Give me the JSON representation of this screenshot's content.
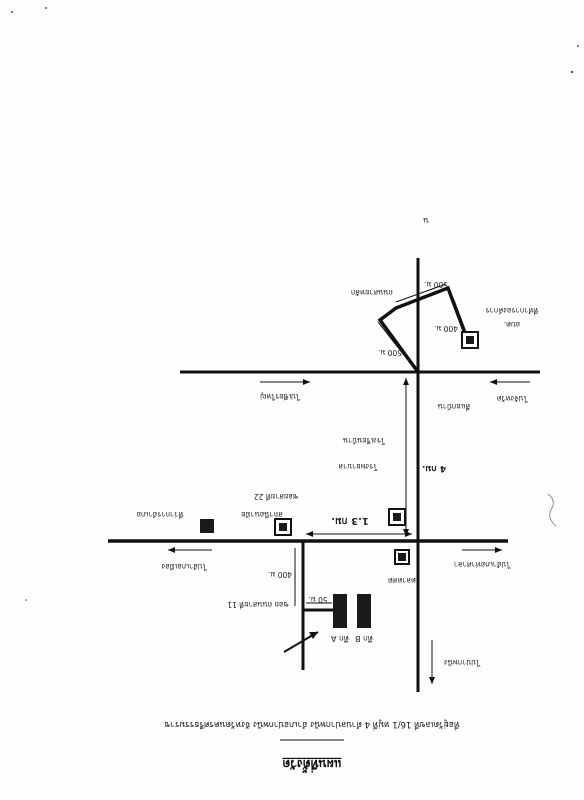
{
  "document": {
    "title": "แผนที่ตั้งวัด",
    "subtitle": "ที่อยู่วัดเลขที่ 16/1 หมู่ที่ 4 ตำบลปากพนัง อำเภอปากพนัง จังหวัดนครศรีธรรมราช",
    "temple_name": "ที่อยู่วัดเลขที่ 16/1",
    "labels": {
      "building_a": "ตึก A",
      "building_b": "ตึก B",
      "dist_50m": "50 ม.",
      "soi_11": "ซอย ถนนสายที่ 11",
      "dist_400m_left": "400 ม.",
      "to_south": "ไปอำเภอเมือง",
      "school_left": "ที่ว่าการอำเภอ",
      "market": "ตลาดสด",
      "to_east": "ไปอำเภอท่าศาลา",
      "to_north_bottom": "ไปปากพนัง",
      "dist_1_3km": "1.3 กม.",
      "soi_22": "ซอยสายที่ 22",
      "health_center": "สถานีอนามัย",
      "hospital": "โรงพยาบาล",
      "school_top": "โรงเรียนบ้าน",
      "dist_4km": "4 กม.",
      "to_north_top": "ไปเชียรใหญ่",
      "road_north_label": "ถนนสายหลัก",
      "four_way": "สี่แยกบ้าน",
      "dist_500m_a": "500 ม.",
      "dist_500m_b": "500 ม.",
      "dist_400m_right": "400 ม.",
      "destination": "อบต.",
      "destination_sub": "ที่ทำการองค์การ",
      "to_west": "ไปจังหวัด",
      "north_mark": "น"
    }
  }
}
